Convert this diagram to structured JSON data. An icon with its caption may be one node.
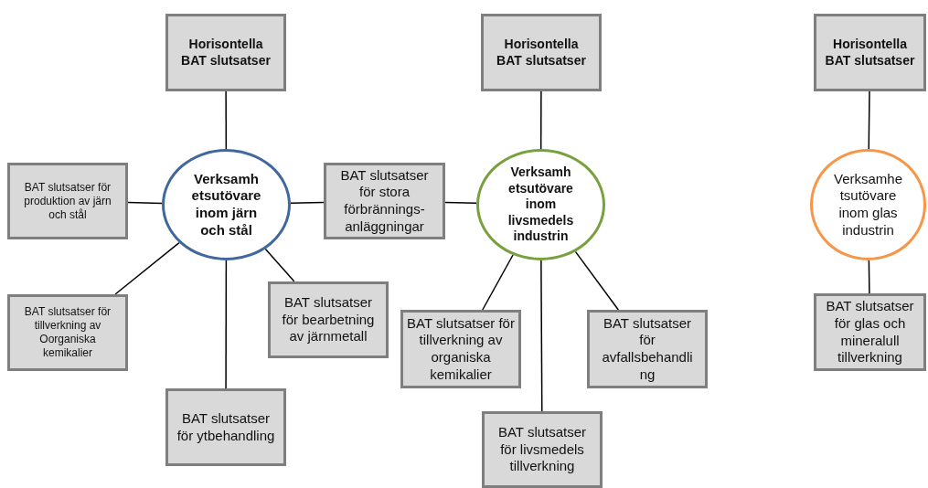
{
  "diagram": {
    "nodes": [
      {
        "text": [
          "Horisontella BAT slutsatser"
        ]
      },
      {
        "text": [
          "Verksamh etsutövare inom järn och stål"
        ]
      },
      {
        "text": [
          "BAT slutsatser för produktion av järn och stål"
        ]
      },
      {
        "text": [
          "BAT slutsatser för tillverkning av Oorganiska kemikalier"
        ]
      },
      {
        "text": [
          "BAT slutsatser för ytbehandling"
        ]
      },
      {
        "text": [
          "BAT slutsatser för bearbetning av järnmetall"
        ]
      },
      {
        "text": [
          "BAT slutsatser för stora förbrännings- anläggningar"
        ]
      },
      {
        "text": [
          "Horisontella BAT slutsatser"
        ]
      },
      {
        "text": [
          "Verksamh etsutövare inom livsmedels industrin"
        ]
      },
      {
        "text": [
          "BAT slutsatser för tillverkning av organiska kemikalier"
        ]
      },
      {
        "text": [
          "BAT slutsatser för avfallsbehandli ng"
        ]
      },
      {
        "text": [
          "BAT slutsatser för livsmedels tillverkning"
        ]
      },
      {
        "text": [
          "Horisontella BAT slutsatser"
        ]
      },
      {
        "text": [
          "Verksamhe tsutövare inom glas industrin"
        ]
      },
      {
        "text": [
          "BAT slutsatser för glas och mineralull tillverkning"
        ]
      }
    ],
    "edges": [
      {
        "from": 0,
        "to": 1,
        "arrow": "none"
      },
      {
        "from": 1,
        "to": 2,
        "arrow": "none"
      },
      {
        "from": 1,
        "to": 3,
        "arrow": "none"
      },
      {
        "from": 1,
        "to": 4,
        "arrow": "none"
      },
      {
        "from": 1,
        "to": 5,
        "arrow": "none"
      },
      {
        "from": 1,
        "to": 6,
        "arrow": "none"
      },
      {
        "from": 6,
        "to": 8,
        "arrow": "none"
      },
      {
        "from": 7,
        "to": 8,
        "arrow": "none"
      },
      {
        "from": 8,
        "to": 9,
        "arrow": "none"
      },
      {
        "from": 8,
        "to": 10,
        "arrow": "none"
      },
      {
        "from": 8,
        "to": 11,
        "arrow": "none"
      },
      {
        "from": 12,
        "to": 13,
        "arrow": "none"
      },
      {
        "from": 13,
        "to": 14,
        "arrow": "none"
      }
    ]
  }
}
